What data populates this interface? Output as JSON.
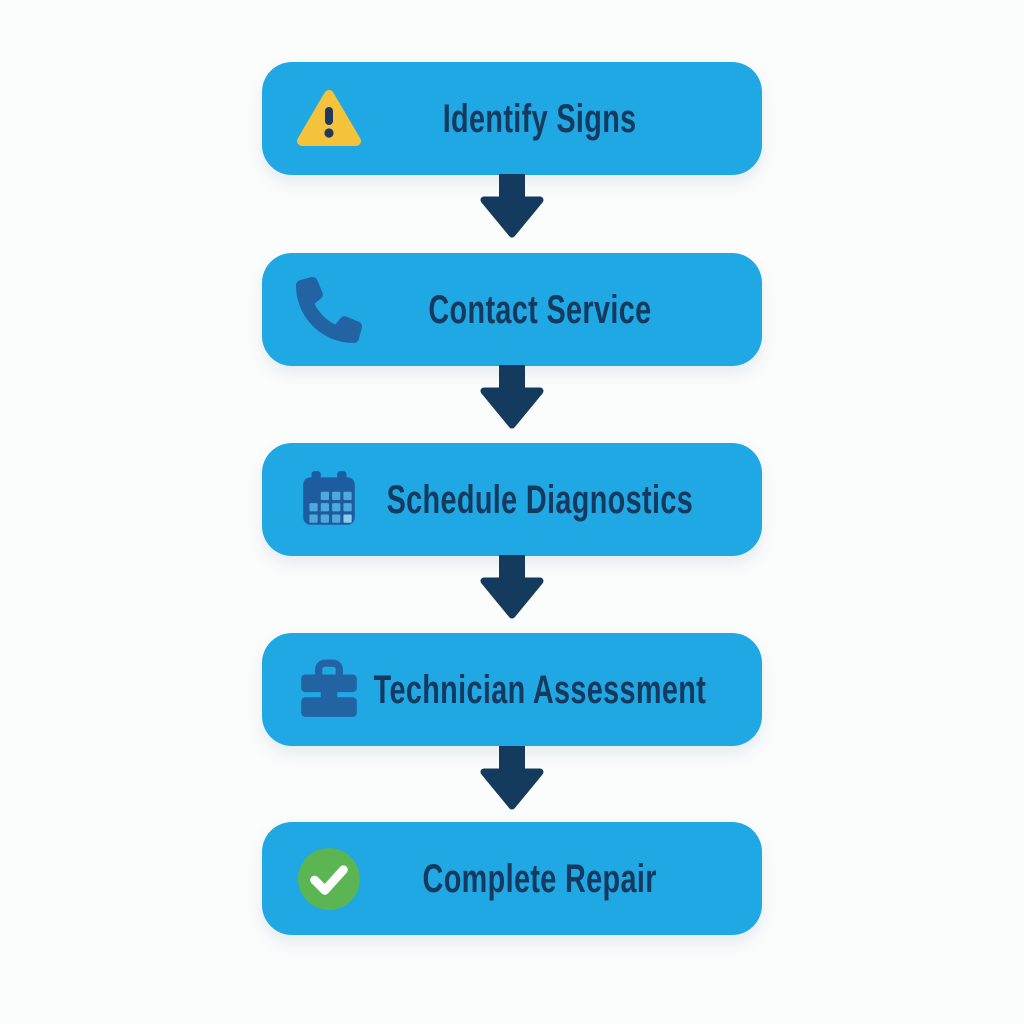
{
  "flowchart": {
    "type": "vertical-process-flow",
    "connector": "down-arrow",
    "steps": [
      {
        "label": "Identify Signs",
        "icon": "warning-triangle-icon"
      },
      {
        "label": "Contact Service",
        "icon": "phone-icon"
      },
      {
        "label": "Schedule Diagnostics",
        "icon": "calendar-icon"
      },
      {
        "label": "Technician Assessment",
        "icon": "briefcase-icon"
      },
      {
        "label": "Complete Repair",
        "icon": "check-circle-icon"
      }
    ],
    "colors": {
      "page_background": "#FBFCFC",
      "step_background": "#1FA8E4",
      "text": "#16395E",
      "arrow": "#143A5E",
      "warning_yellow": "#F5C23C",
      "exclamation": "#1E3A5F",
      "icon_blue": "#2263A4",
      "calendar_blue": "#1D5C9E",
      "calendar_cell": "#4FA9DC",
      "calendar_cell_highlight": "#8BCBEC",
      "check_green": "#5AB552",
      "check_mark": "#FFFFFF"
    }
  }
}
